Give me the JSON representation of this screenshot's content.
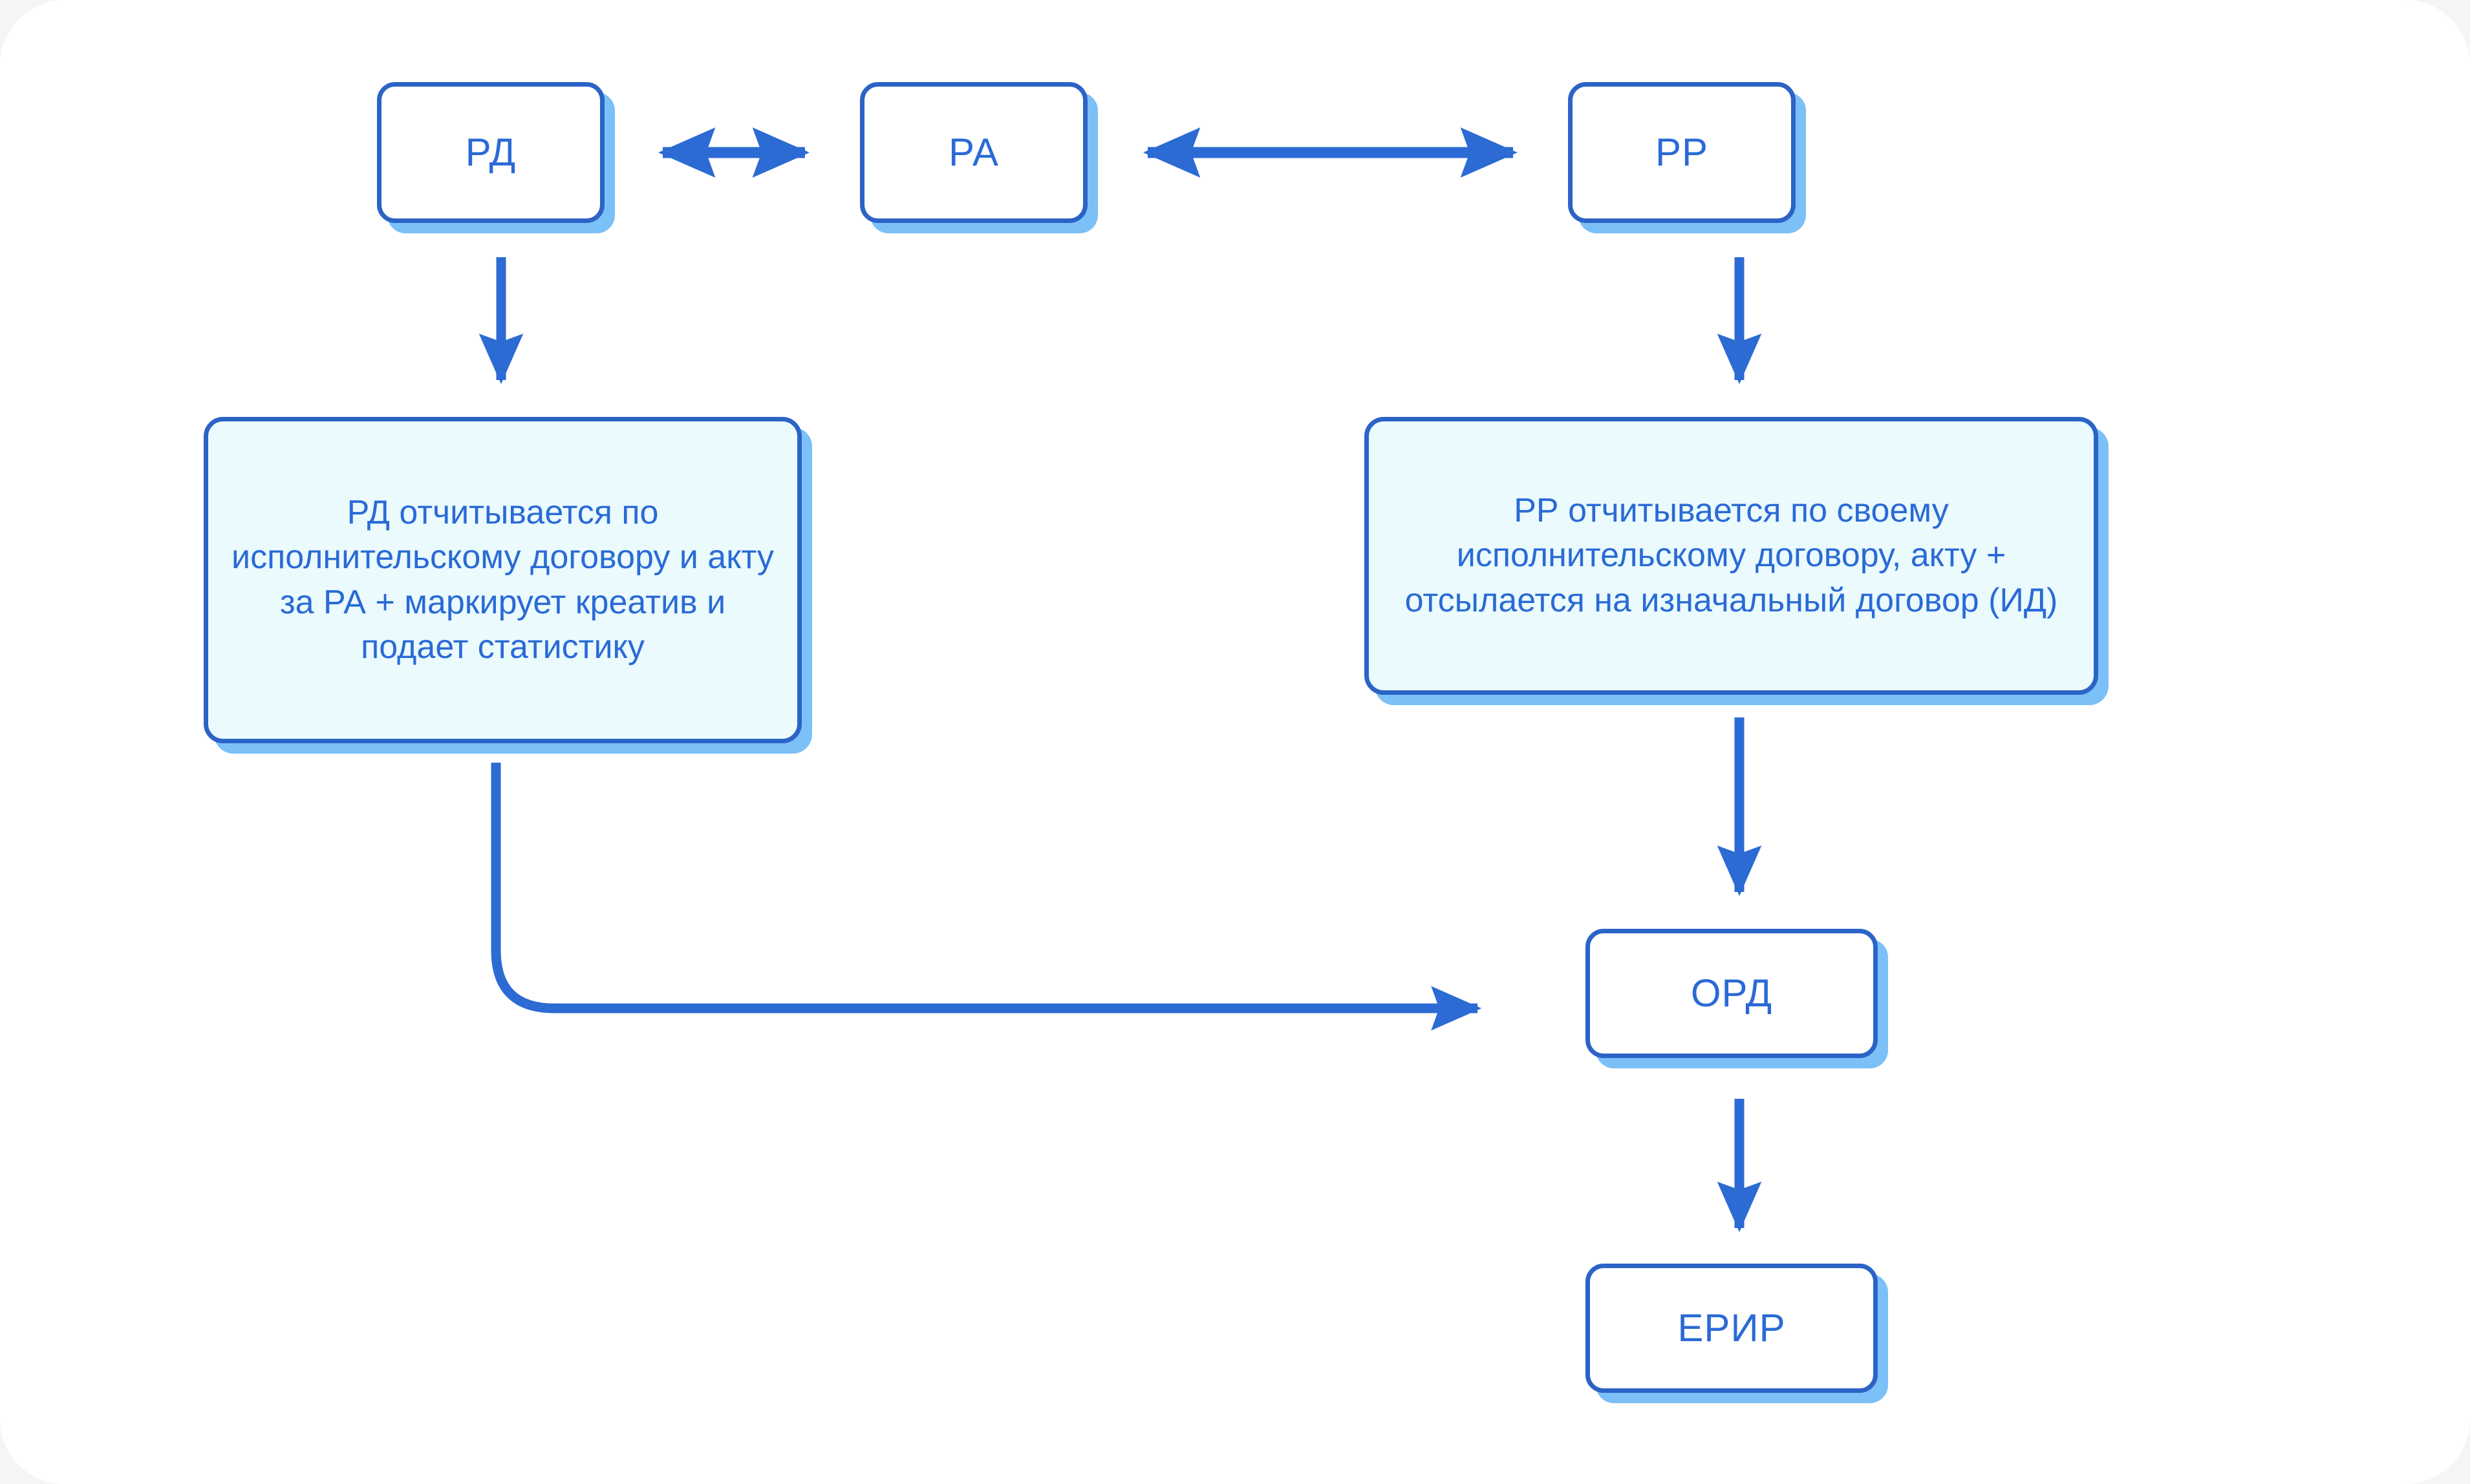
{
  "diagram": {
    "type": "flowchart",
    "title_visible": false,
    "colors": {
      "page_background": "#f5f5f5",
      "card_background": "#ffffff",
      "node_border": "#2c63c6",
      "node_shadow": "#7cc0f8",
      "node_text": "#2a6ad6",
      "tint_fill": "#eafafd",
      "connector": "#2c6ad4"
    },
    "nodes": [
      {
        "id": "rd",
        "label": "РД",
        "style": "plain"
      },
      {
        "id": "ra",
        "label": "РА",
        "style": "plain"
      },
      {
        "id": "rr",
        "label": "РР",
        "style": "plain"
      },
      {
        "id": "rd_detail",
        "label": "РД отчитывается по исполнительскому договору и акту за РА + маркирует креатив и подает статистику",
        "style": "tint"
      },
      {
        "id": "rr_detail",
        "label": "РР отчитывается по своему исполнительскому договору, акту + отсылается на изначальный договор (ИД)",
        "style": "tint"
      },
      {
        "id": "ord",
        "label": "ОРД",
        "style": "plain"
      },
      {
        "id": "erir",
        "label": "ЕРИР",
        "style": "plain"
      }
    ],
    "edges": [
      {
        "from": "rd",
        "to": "ra",
        "kind": "bidirectional",
        "orientation": "horizontal"
      },
      {
        "from": "ra",
        "to": "rr",
        "kind": "bidirectional",
        "orientation": "horizontal"
      },
      {
        "from": "rd",
        "to": "rd_detail",
        "kind": "directed",
        "orientation": "vertical"
      },
      {
        "from": "rr",
        "to": "rr_detail",
        "kind": "directed",
        "orientation": "vertical"
      },
      {
        "from": "rr_detail",
        "to": "ord",
        "kind": "directed",
        "orientation": "vertical"
      },
      {
        "from": "rd_detail",
        "to": "ord",
        "kind": "directed",
        "orientation": "elbow"
      },
      {
        "from": "ord",
        "to": "erir",
        "kind": "directed",
        "orientation": "vertical"
      }
    ]
  }
}
